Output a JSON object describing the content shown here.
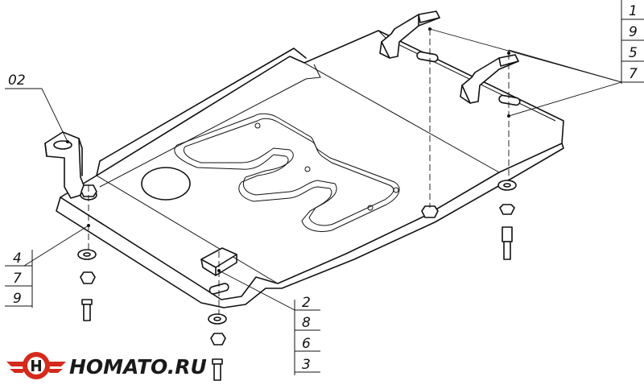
{
  "callouts": {
    "top_right": [
      "1",
      "9",
      "5",
      "7"
    ],
    "top_left": [
      "02"
    ],
    "left": [
      "4",
      "7",
      "9"
    ],
    "bottom": [
      "2",
      "8",
      "6",
      "3"
    ]
  },
  "logo": {
    "text": "HOMATO.RU",
    "colors": {
      "primary": "#d42a1c",
      "dark": "#1a1a1a"
    }
  }
}
